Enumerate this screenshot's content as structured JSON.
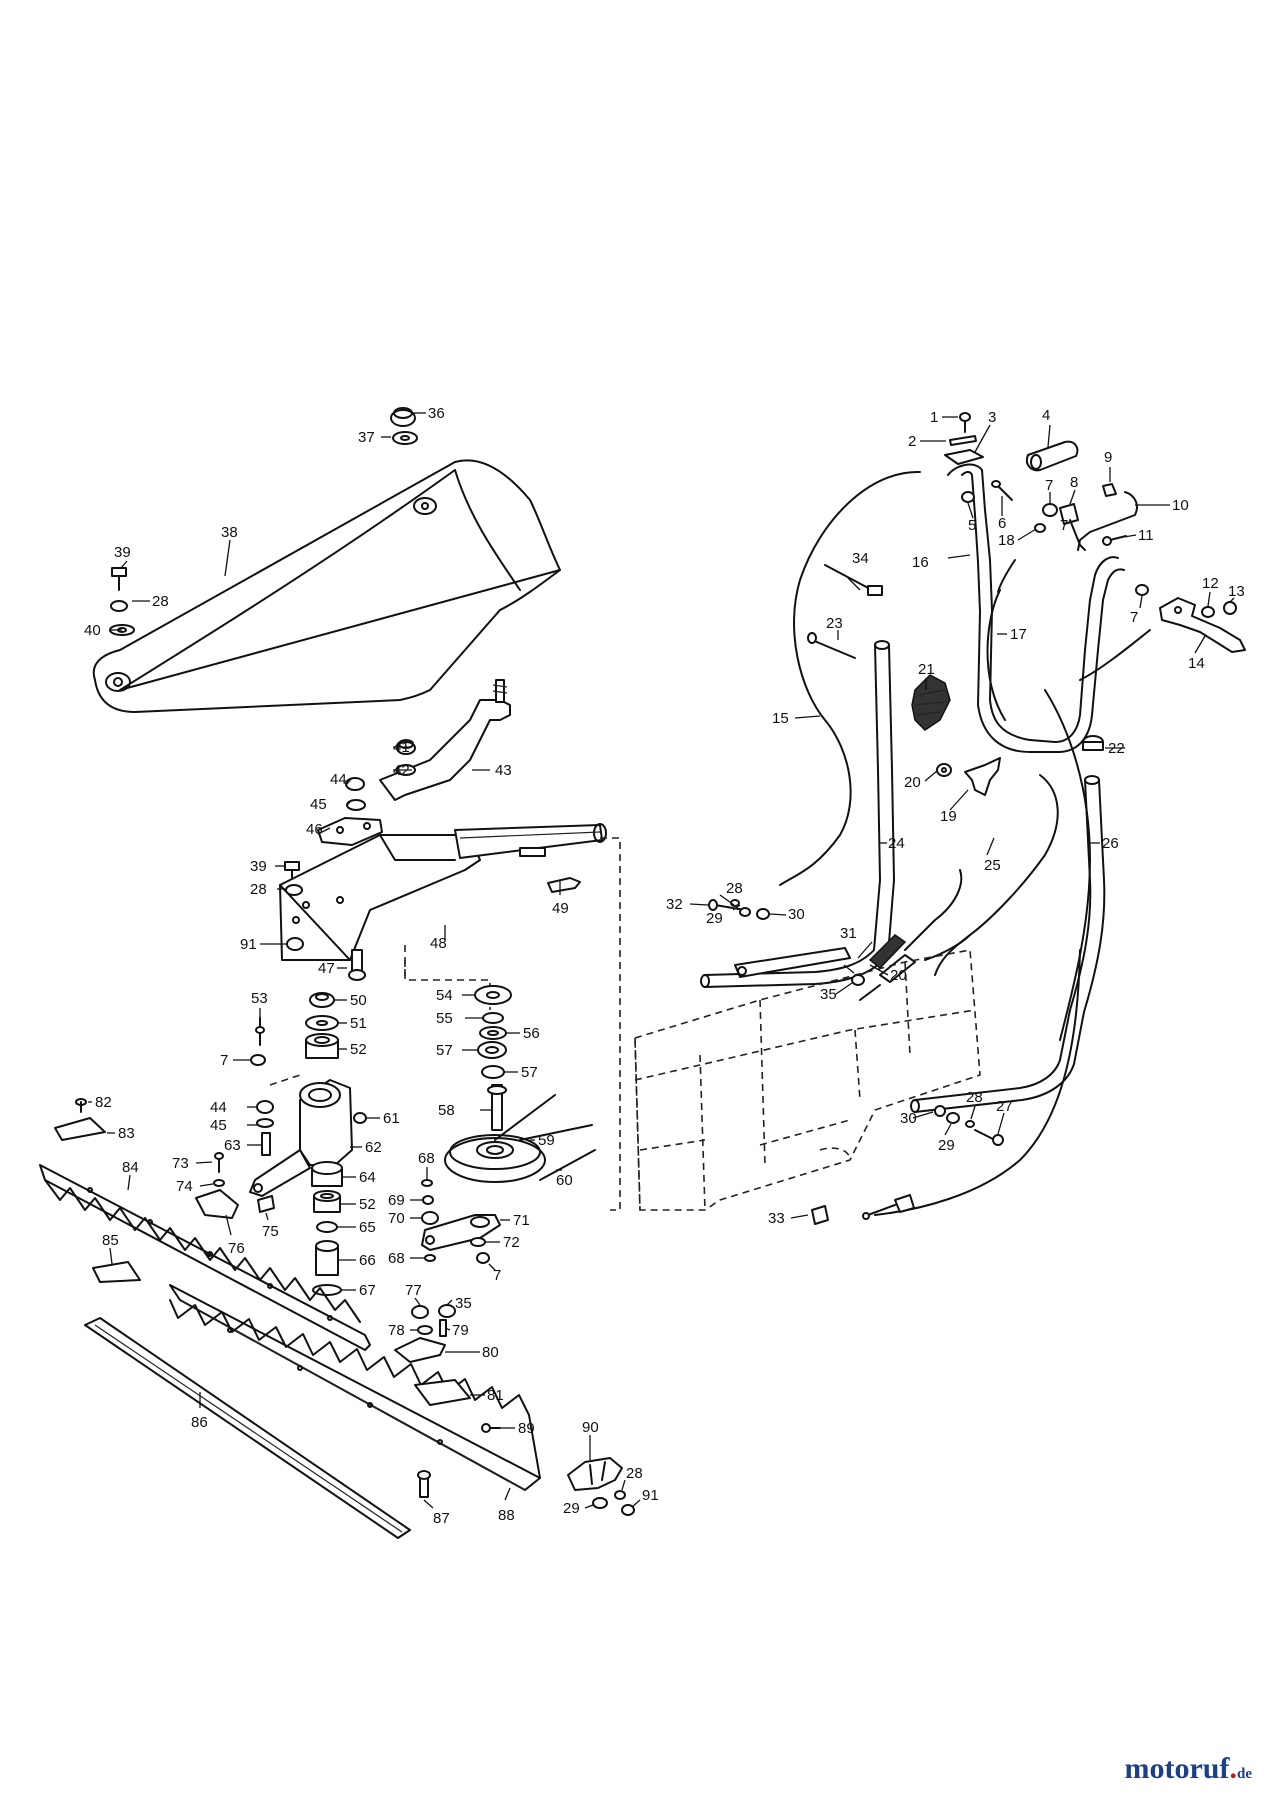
{
  "brand": {
    "name_main": "motoruf",
    "name_dot": ".",
    "name_tld": "de",
    "colors": {
      "main": "#1b3f8a",
      "dot": "#c21b1b"
    }
  },
  "callouts": [
    {
      "id": "c1",
      "text": "1"
    },
    {
      "id": "c2",
      "text": "2"
    },
    {
      "id": "c3",
      "text": "3"
    },
    {
      "id": "c4",
      "text": "4"
    },
    {
      "id": "c5",
      "text": "5"
    },
    {
      "id": "c6",
      "text": "6"
    },
    {
      "id": "c7a",
      "text": "7"
    },
    {
      "id": "c8",
      "text": "8"
    },
    {
      "id": "c9",
      "text": "9"
    },
    {
      "id": "c10",
      "text": "10"
    },
    {
      "id": "c11",
      "text": "11"
    },
    {
      "id": "c12",
      "text": "12"
    },
    {
      "id": "c13",
      "text": "13"
    },
    {
      "id": "c14",
      "text": "14"
    },
    {
      "id": "c15",
      "text": "15"
    },
    {
      "id": "c16",
      "text": "16"
    },
    {
      "id": "c17",
      "text": "17"
    },
    {
      "id": "c18",
      "text": "18"
    },
    {
      "id": "c19",
      "text": "19"
    },
    {
      "id": "c20a",
      "text": "20"
    },
    {
      "id": "c20b",
      "text": "20"
    },
    {
      "id": "c21",
      "text": "21"
    },
    {
      "id": "c22",
      "text": "22"
    },
    {
      "id": "c23",
      "text": "23"
    },
    {
      "id": "c24",
      "text": "24"
    },
    {
      "id": "c25",
      "text": "25"
    },
    {
      "id": "c26",
      "text": "26"
    },
    {
      "id": "c27",
      "text": "27"
    },
    {
      "id": "c28a",
      "text": "28"
    },
    {
      "id": "c28b",
      "text": "28"
    },
    {
      "id": "c28c",
      "text": "28"
    },
    {
      "id": "c28d",
      "text": "28"
    },
    {
      "id": "c28e",
      "text": "28"
    },
    {
      "id": "c29a",
      "text": "29"
    },
    {
      "id": "c29b",
      "text": "29"
    },
    {
      "id": "c29c",
      "text": "29"
    },
    {
      "id": "c30a",
      "text": "30"
    },
    {
      "id": "c30b",
      "text": "30"
    },
    {
      "id": "c31",
      "text": "31"
    },
    {
      "id": "c32",
      "text": "32"
    },
    {
      "id": "c33",
      "text": "33"
    },
    {
      "id": "c34",
      "text": "34"
    },
    {
      "id": "c35a",
      "text": "35"
    },
    {
      "id": "c35b",
      "text": "35"
    },
    {
      "id": "c36",
      "text": "36"
    },
    {
      "id": "c37",
      "text": "37"
    },
    {
      "id": "c38",
      "text": "38"
    },
    {
      "id": "c39a",
      "text": "39"
    },
    {
      "id": "c39b",
      "text": "39"
    },
    {
      "id": "c40",
      "text": "40"
    },
    {
      "id": "c41",
      "text": "41"
    },
    {
      "id": "c42",
      "text": "42"
    },
    {
      "id": "c43",
      "text": "43"
    },
    {
      "id": "c44a",
      "text": "44"
    },
    {
      "id": "c44b",
      "text": "44"
    },
    {
      "id": "c45a",
      "text": "45"
    },
    {
      "id": "c45b",
      "text": "45"
    },
    {
      "id": "c46",
      "text": "46"
    },
    {
      "id": "c47",
      "text": "47"
    },
    {
      "id": "c48",
      "text": "48"
    },
    {
      "id": "c49",
      "text": "49"
    },
    {
      "id": "c50",
      "text": "50"
    },
    {
      "id": "c51",
      "text": "51"
    },
    {
      "id": "c52a",
      "text": "52"
    },
    {
      "id": "c52b",
      "text": "52"
    },
    {
      "id": "c53",
      "text": "53"
    },
    {
      "id": "c54",
      "text": "54"
    },
    {
      "id": "c55",
      "text": "55"
    },
    {
      "id": "c56",
      "text": "56"
    },
    {
      "id": "c57a",
      "text": "57"
    },
    {
      "id": "c57b",
      "text": "57"
    },
    {
      "id": "c58",
      "text": "58"
    },
    {
      "id": "c59",
      "text": "59"
    },
    {
      "id": "c60",
      "text": "60"
    },
    {
      "id": "c61",
      "text": "61"
    },
    {
      "id": "c62",
      "text": "62"
    },
    {
      "id": "c63",
      "text": "63"
    },
    {
      "id": "c64",
      "text": "64"
    },
    {
      "id": "c65",
      "text": "65"
    },
    {
      "id": "c66",
      "text": "66"
    },
    {
      "id": "c67",
      "text": "67"
    },
    {
      "id": "c68a",
      "text": "68"
    },
    {
      "id": "c68b",
      "text": "68"
    },
    {
      "id": "c69",
      "text": "69"
    },
    {
      "id": "c70",
      "text": "70"
    },
    {
      "id": "c71",
      "text": "71"
    },
    {
      "id": "c72",
      "text": "72"
    },
    {
      "id": "c73",
      "text": "73"
    },
    {
      "id": "c74",
      "text": "74"
    },
    {
      "id": "c75",
      "text": "75"
    },
    {
      "id": "c76",
      "text": "76"
    },
    {
      "id": "c77",
      "text": "77"
    },
    {
      "id": "c78",
      "text": "78"
    },
    {
      "id": "c79",
      "text": "79"
    },
    {
      "id": "c80",
      "text": "80"
    },
    {
      "id": "c81",
      "text": "81"
    },
    {
      "id": "c82",
      "text": "82"
    },
    {
      "id": "c83",
      "text": "83"
    },
    {
      "id": "c84",
      "text": "84"
    },
    {
      "id": "c85",
      "text": "85"
    },
    {
      "id": "c86",
      "text": "86"
    },
    {
      "id": "c87",
      "text": "87"
    },
    {
      "id": "c88",
      "text": "88"
    },
    {
      "id": "c89",
      "text": "89"
    },
    {
      "id": "c90",
      "text": "90"
    },
    {
      "id": "c91a",
      "text": "91"
    },
    {
      "id": "c91b",
      "text": "91"
    },
    {
      "id": "c7b",
      "text": "7"
    },
    {
      "id": "c7c",
      "text": "7"
    },
    {
      "id": "c7d",
      "text": "7"
    },
    {
      "id": "c7e",
      "text": "7"
    }
  ]
}
